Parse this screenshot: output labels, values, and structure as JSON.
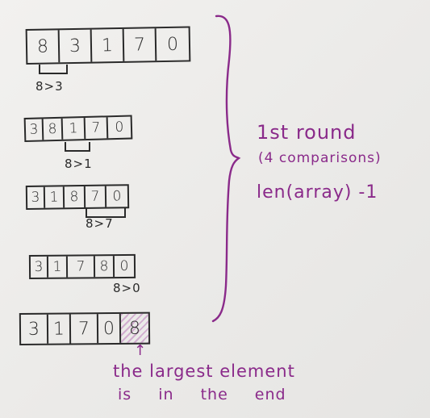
{
  "rows": [
    {
      "cells": [
        "8",
        "3",
        "1",
        "7",
        "0"
      ],
      "comparison": "8>3"
    },
    {
      "cells": [
        "3",
        "8",
        "1",
        "7",
        "0"
      ],
      "comparison": "8>1"
    },
    {
      "cells": [
        "3",
        "1",
        "8",
        "7",
        "0"
      ],
      "comparison": "8>7"
    },
    {
      "cells": [
        "3",
        "1",
        "7",
        "8",
        "0"
      ],
      "comparison": "8>0"
    },
    {
      "cells": [
        "3",
        "1",
        "7",
        "0",
        "8"
      ],
      "comparison": ""
    }
  ],
  "annotations": {
    "round": "1st round",
    "comparisons": "(4 comparisons)",
    "formula": "len(array) -1",
    "note_line1": "the largest element",
    "note_line2": "is in the end"
  },
  "colors": {
    "ink": "#2a2a2a",
    "annotation": "#8a2a8a",
    "paper": "#efeeec"
  }
}
